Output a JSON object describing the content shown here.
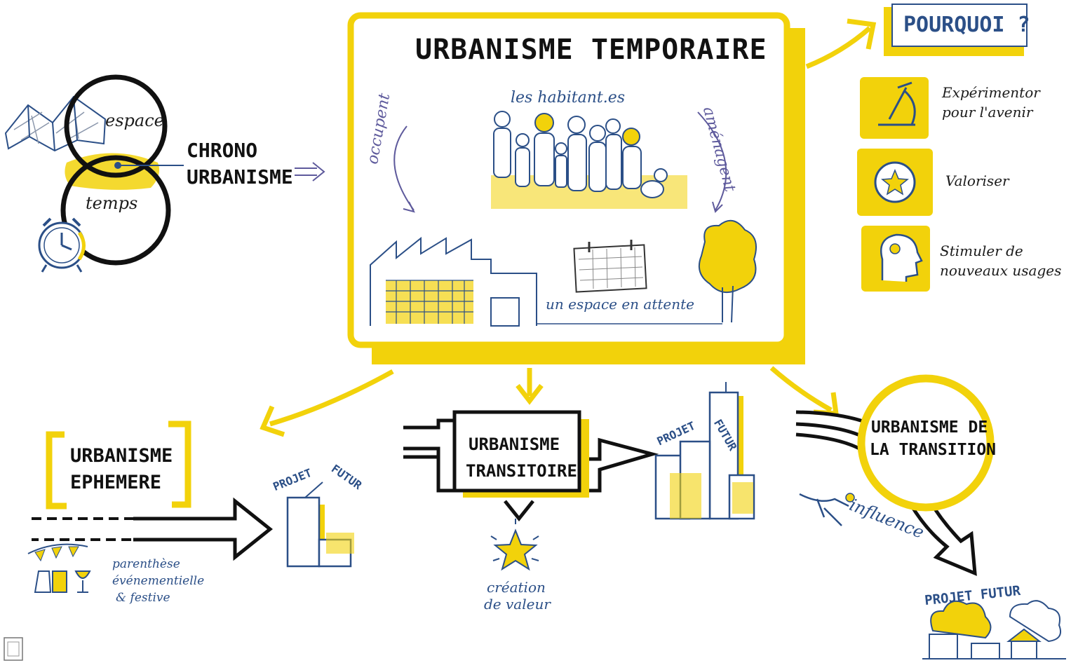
{
  "colors": {
    "accent_yellow": "#f2d20b",
    "ink_blue": "#2b4f87",
    "ink_violet": "#5e5a9c",
    "ink_black": "#111111"
  },
  "left": {
    "espace": "espace",
    "temps": "temps",
    "chrono": "CHRONO",
    "urbanisme": "URBANISME"
  },
  "center": {
    "title": "URBANISME  TEMPORAIRE",
    "habitants": "les habitant.es",
    "occupent": "occupent",
    "amenagent": "aménagent",
    "espace_attente": "un espace en attente"
  },
  "why": {
    "title": "POURQUOI ?",
    "items": [
      {
        "icon": "microscope-icon",
        "line1": "Expérimentor",
        "line2": "pour l'avenir"
      },
      {
        "icon": "star-badge-icon",
        "line1": "Valoriser",
        "line2": ""
      },
      {
        "icon": "head-lightbulb-icon",
        "line1": "Stimuler de",
        "line2": "nouveaux usages"
      }
    ]
  },
  "bottom": {
    "ephemere_1": "URBANISME",
    "ephemere_2": "EPHEMERE",
    "parenthese_1": "parenthèse",
    "parenthese_2": "événementielle",
    "parenthese_3": "& festive",
    "projet_futur_1a": "PROJET",
    "projet_futur_1b": "FUTUR",
    "transitoire_1": "URBANISME",
    "transitoire_2": "TRANSITOIRE",
    "creation_1": "création",
    "creation_2": "de valeur",
    "projet_futur_2a": "PROJET",
    "projet_futur_2b": "FUTUR",
    "transition_1": "URBANISME DE",
    "transition_2": "LA TRANSITION",
    "influence": "influence",
    "projet_futur_3": "PROJET  FUTUR"
  }
}
